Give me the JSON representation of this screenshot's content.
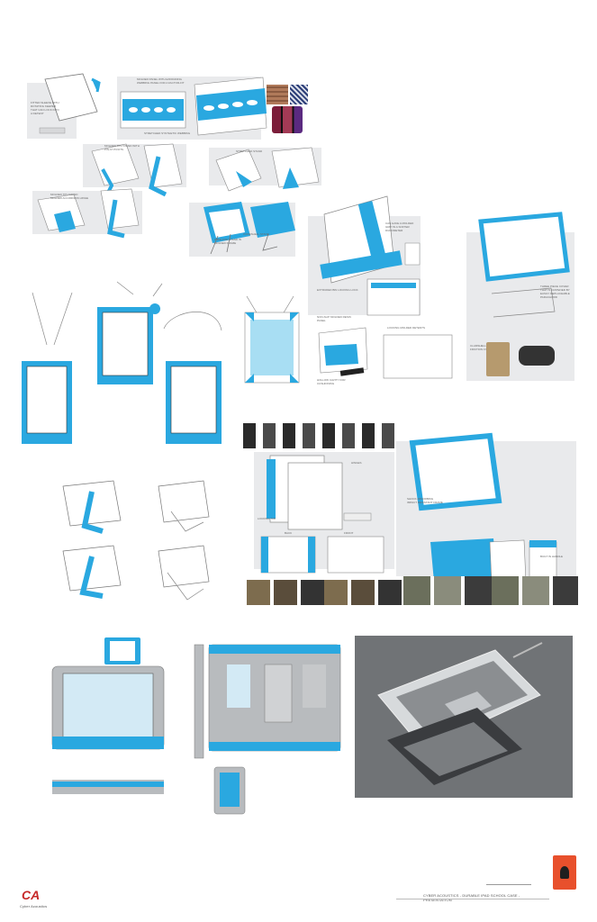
{
  "brand": {
    "logo_letters": "CA",
    "logo_name": "Cyber Acoustics"
  },
  "footer": {
    "title": "CYBER ACOUSTICS - DURABLE IPAD SCHOOL CASE - PRESENTATION"
  },
  "colors": {
    "accent": "#2aa8e0",
    "panel": "#e9eaec",
    "render_bg": "#6f7275",
    "badge": "#e8502c"
  },
  "notes": {
    "n1": "Fitted sleeve with rotating keeper that can lock into a detent",
    "n2": "Molded panel with expanding webbing panel for a factor-fit",
    "n3": "Stretched synthetic webbing",
    "n4": "Molded TPU stand with pin at pivots",
    "n5": "Stretched stand",
    "n6": "Molded TPU stand molded accordion hinge",
    "n7": "Wire rod stand in molded frame",
    "n8": "Coneshell stand",
    "n9": "Can have a molded grip in a softer durometer",
    "n10": "Extruded bin locking lock",
    "n11": "Non-slip molded resin panel",
    "n12": "Locking molded detents",
    "n13": "Hollow cavity for cushioning",
    "n14": "Three piece cover that is fastened by easily replaceable parachord",
    "n15": "Clamshell and friction fits",
    "n16": "Locking tab",
    "n17": "Back",
    "n18": "Front",
    "n19": "Shock absorbing impact resistant frame",
    "n20": "Built in handle",
    "n21": "Hinges"
  }
}
